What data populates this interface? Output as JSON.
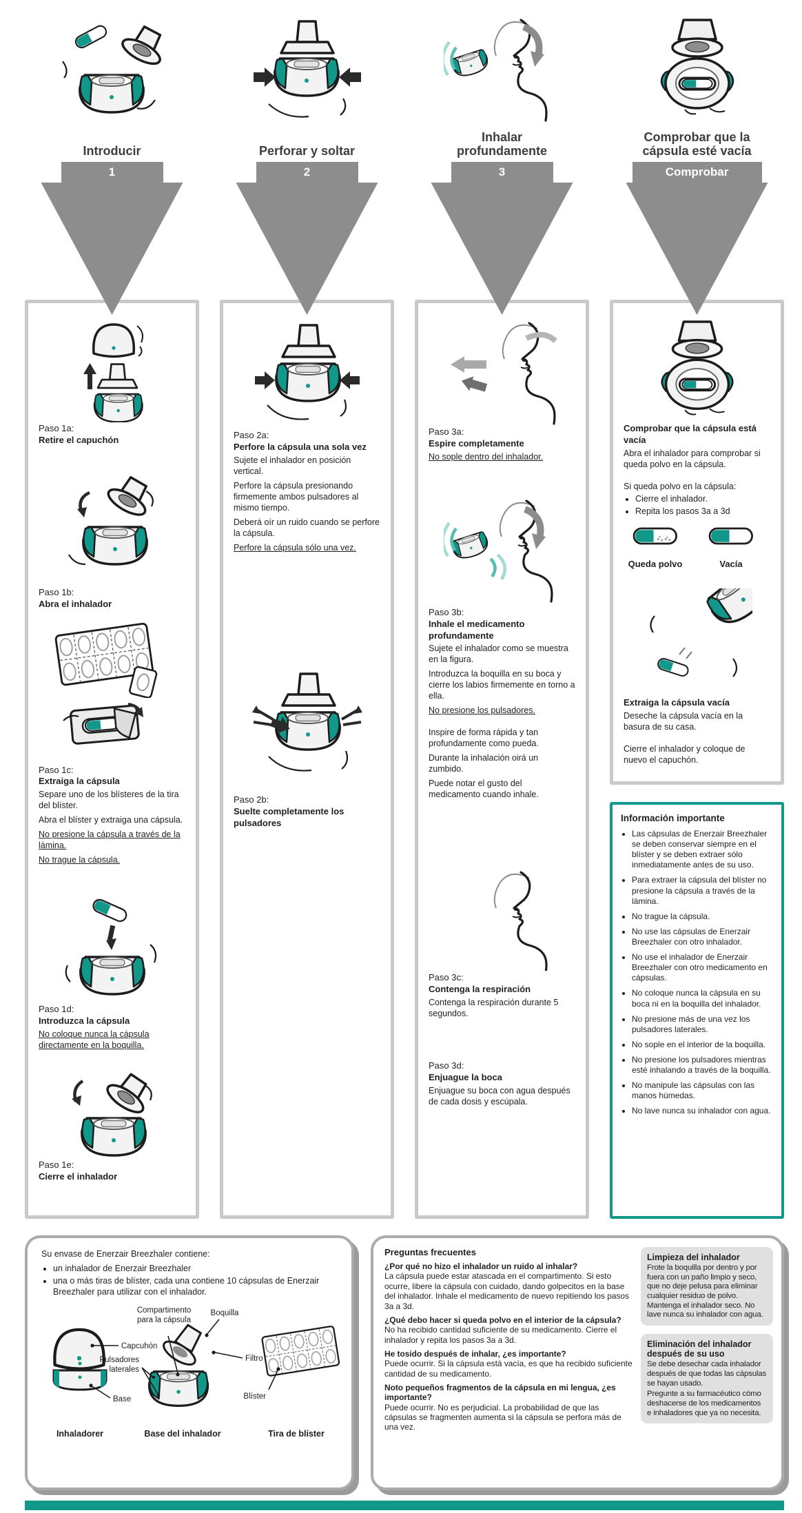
{
  "palette": {
    "teal": "#11988a",
    "arrow_gray": "#8d8d8d",
    "panel_border": "#c9c9c9",
    "box_border": "#ababab",
    "gray_box_bg": "#e0e0e0"
  },
  "top": {
    "steps": [
      {
        "title": "Introducir",
        "arrow": "1"
      },
      {
        "title": "Perforar y soltar",
        "arrow": "2"
      },
      {
        "title": "Inhalar\nprofundamente",
        "arrow": "3"
      },
      {
        "title": "Comprobar que la\ncápsula esté vacía",
        "arrow": "Comprobar"
      }
    ]
  },
  "col1": {
    "s1a": {
      "label": "Paso 1a:",
      "title": "Retire el capuchón"
    },
    "s1b": {
      "label": "Paso 1b:",
      "title": "Abra el inhalador"
    },
    "s1c": {
      "label": "Paso 1c:",
      "title": "Extraiga la cápsula",
      "p1": "Separe uno de los blísteres de la tira del blíster.",
      "p2": "Abra el blíster y extraiga una cápsula.",
      "u1": "No presione la cápsula a través de la lámina.",
      "u2": "No trague la cápsula."
    },
    "s1d": {
      "label": "Paso 1d:",
      "title": "Introduzca la cápsula",
      "u1": "No coloque nunca la cápsula directamente en la boquilla."
    },
    "s1e": {
      "label": "Paso 1e:",
      "title": "Cierre el inhalador"
    }
  },
  "col2": {
    "s2a": {
      "label": "Paso 2a:",
      "title": "Perfore la cápsula una sola vez",
      "p1": "Sujete el inhalador en posición vertical.",
      "p2": "Perfore la cápsula presionando firmemente ambos pulsadores al mismo tiempo.",
      "p3": "Deberá oír un ruido cuando se perfore la cápsula.",
      "u1": "Perfore la cápsula sólo una vez."
    },
    "s2b": {
      "label": "Paso 2b:",
      "title": "Suelte completamente los pulsadores"
    }
  },
  "col3": {
    "s3a": {
      "label": "Paso 3a:",
      "title": "Espire completamente",
      "u1": "No sople dentro del inhalador."
    },
    "s3b": {
      "label": "Paso 3b:",
      "title": "Inhale el medicamento profundamente",
      "p1": "Sujete el inhalador como se muestra en la figura.",
      "p2": "Introduzca la boquilla en su boca y cierre los labios firmemente en torno a ella.",
      "u1": "No presione los pulsadores.",
      "p3": "Inspire de forma rápida y tan profundamente como pueda.",
      "p4": "Durante la inhalación oirá un zumbido.",
      "p5": "Puede notar el gusto del medicamento cuando inhale."
    },
    "s3c": {
      "label": "Paso 3c:",
      "title": "Contenga la respiración",
      "p1": "Contenga la respiración durante 5 segundos."
    },
    "s3d": {
      "label": "Paso 3d:",
      "title": "Enjuague la boca",
      "p1": "Enjuague su boca con agua después de cada dosis y escúpala."
    }
  },
  "col4": {
    "check": {
      "title": "Comprobar que la cápsula está vacía",
      "p1": "Abra el inhalador para comprobar si queda polvo en la cápsula.",
      "p2": "Si queda polvo en la cápsula:",
      "b1": "Cierre el inhalador.",
      "b2": "Repita los pasos 3a a 3d",
      "cap_full": "Queda polvo",
      "cap_empty": "Vacía"
    },
    "extract": {
      "title": "Extraiga la cápsula vacía",
      "p1": "Deseche la cápsula vacía en la basura de su casa.",
      "p2": "Cierre el inhalador y coloque de nuevo el capuchón."
    }
  },
  "info": {
    "title": "Información importante",
    "bullets": [
      "Las cápsulas de Enerzair Breezhaler se deben conservar siempre en el blíster y se deben extraer sólo inmediatamente antes de su uso.",
      "Para extraer la cápsula del blíster no presione la cápsula a través de la lámina.",
      "No trague la cápsula.",
      "No use las cápsulas de Enerzair Breezhaler con otro inhalador.",
      "No use el inhalador de Enerzair Breezhaler con otro medicamento en cápsulas.",
      "No coloque nunca la cápsula en su boca ni en la boquilla del inhalador.",
      "No presione más de una vez los pulsadores laterales.",
      "No sople en el interior de la boquilla.",
      "No presione los pulsadores mientras esté inhalando a través de la boquilla.",
      "No manipule las cápsulas con las manos húmedas.",
      "No lave nunca su inhalador con agua."
    ]
  },
  "package": {
    "intro": "Su envase de Enerzair Breezhaler contiene:",
    "b1": "un inhalador de Enerzair Breezhaler",
    "b2": "una o más tiras de blíster, cada una contiene 10 cápsulas de Enerzair Breezhaler para utilizar con el inhalador.",
    "labels": {
      "comp1": "Compartimento",
      "comp2": "para la cápsula",
      "mouthpiece": "Boquilla",
      "cap": "Capcuhón",
      "filter": "Filtro",
      "btn1": "Pulsadores",
      "btn2": "laterales",
      "base": "Base",
      "blister": "Blíster"
    },
    "captions": {
      "inhaler": "Inhaladorer",
      "base": "Base del inhalador",
      "strip": "Tira de blíster"
    }
  },
  "faq": {
    "title": "Preguntas frecuentes",
    "items": [
      {
        "q": "¿Por qué no hizo el inhalador un ruido al inhalar?",
        "a": "La cápsula puede estar atascada en el compartimento. Si esto ocurre, libere la cápsula con cuidado, dando golpecitos en la base del inhalador. Inhale el medicamento de nuevo repitiendo los pasos 3a a 3d."
      },
      {
        "q": "¿Qué debo hacer si queda polvo en el interior de la cápsula?",
        "a": "No ha recibido cantidad suficiente de su medicamento. Cierre el inhalador y repita los pasos 3a a 3d."
      },
      {
        "q": "He tosido después de inhalar, ¿es importante?",
        "a": "Puede ocurrir. Si la cápsula está vacía, es que ha recibido suficiente cantidad de su medicamento."
      },
      {
        "q": "Noto pequeños fragmentos de la cápsula en mi lengua, ¿es importante?",
        "a": "Puede ocurrir. No es perjudicial. La probabilidad de que las cápsulas se fragmenten aumenta si la cápsula se perfora más de una vez."
      }
    ]
  },
  "cleaning": {
    "title": "Limpieza del inhalador",
    "body": "Frote la boquilla por dentro y por fuera con un paño limpio y seco, que no deje pelusa para eliminar cualquier residuo de polvo. Mantenga el inhalador seco. No lave nunca su inhalador con agua."
  },
  "disposal": {
    "title": "Eliminación del inhalador\ndespués de su uso",
    "body1": "Se debe desechar cada inhalador después de que todas las cápsulas se hayan usado.",
    "body2": "Pregunte a su farmacéutico cómo deshacerse de los medicamentos e inhaladores que ya no necesita."
  }
}
